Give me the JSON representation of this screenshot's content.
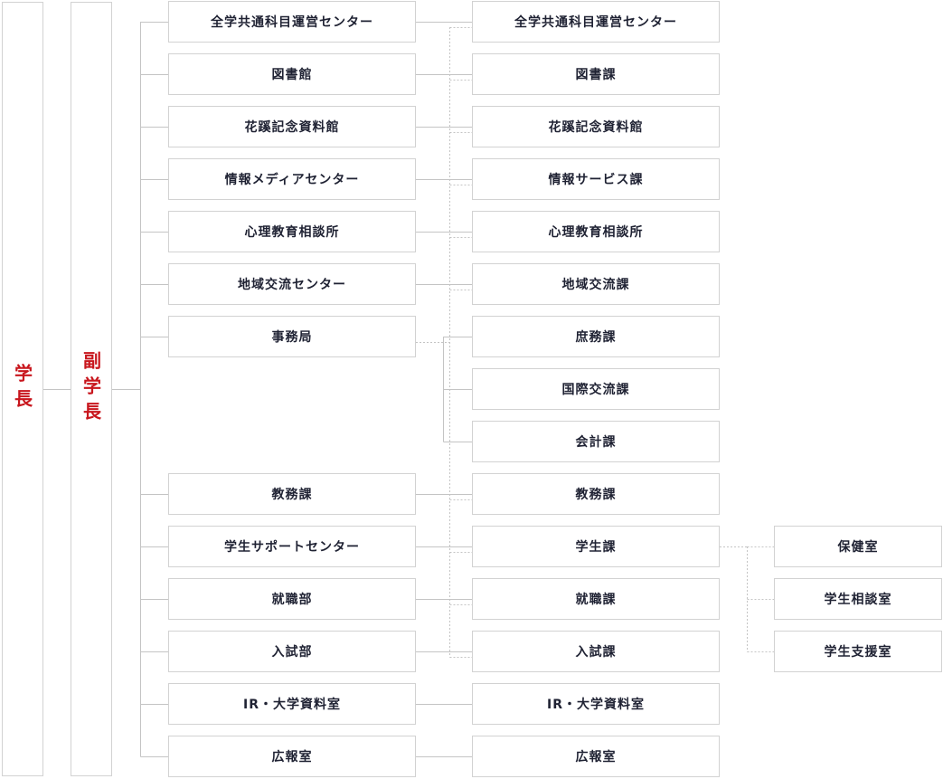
{
  "leadership": {
    "president": "学長",
    "vice_president": "副学長"
  },
  "units": [
    "全学共通科目運営センター",
    "図書館",
    "花蹊記念資料館",
    "情報メディアセンター",
    "心理教育相談所",
    "地域交流センター",
    "事務局",
    "教務課",
    "学生サポートセンター",
    "就職部",
    "入試部",
    "IR・大学資料室",
    "広報室"
  ],
  "sections": [
    "全学共通科目運営センター",
    "図書課",
    "花蹊記念資料館",
    "情報サービス課",
    "心理教育相談所",
    "地域交流課",
    "庶務課",
    "国際交流課",
    "会計課",
    "教務課",
    "学生課",
    "就職課",
    "入試課",
    "IR・大学資料室",
    "広報室"
  ],
  "student_offices": [
    "保健室",
    "学生相談室",
    "学生支援室"
  ],
  "colors": {
    "leader_text": "#c8161d",
    "box_border": "#d2d2d2",
    "label_text": "#1f2233",
    "connector": "#c4c4c4"
  }
}
